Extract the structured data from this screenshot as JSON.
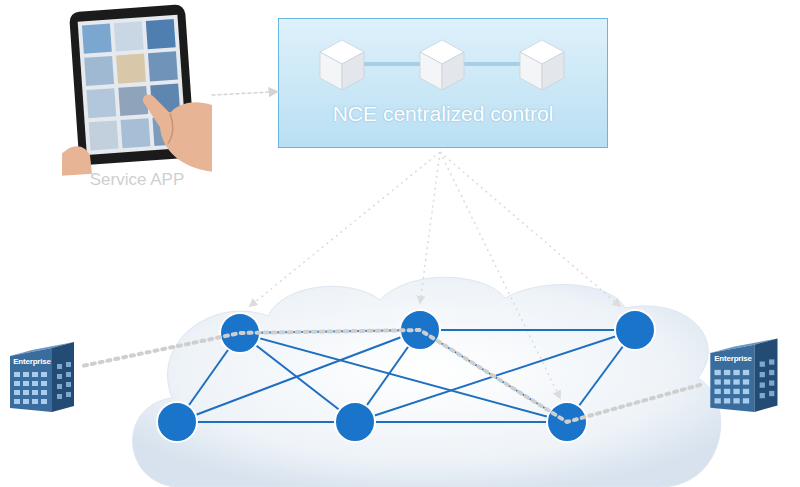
{
  "diagram": {
    "nodes": [
      {
        "text": [
          "Service APP"
        ]
      },
      {
        "text": [
          "NCE centralized control"
        ]
      },
      {
        "text": [
          "Enterprise"
        ]
      },
      {
        "text": [
          "Enterprise"
        ]
      }
    ],
    "edges": [
      {
        "from": 0,
        "to": 1,
        "arrow": "to"
      },
      {
        "from": 2,
        "to": 3,
        "arrow": "none"
      }
    ]
  }
}
